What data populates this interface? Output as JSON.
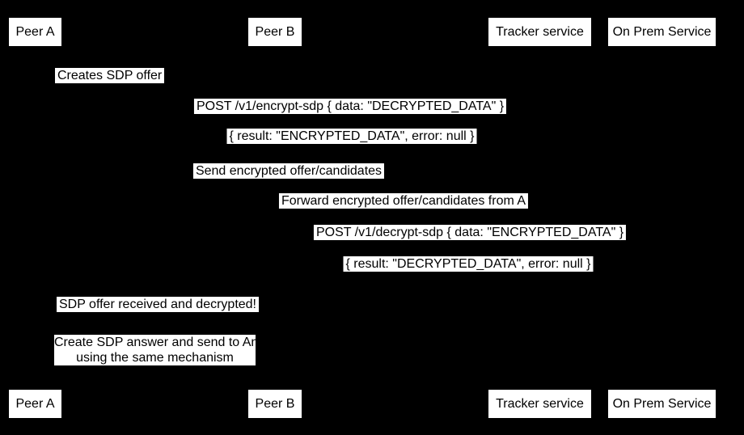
{
  "diagram": {
    "type": "sequence-diagram",
    "background_color": "#000000",
    "box_fill_color": "#ffffff",
    "text_color": "#000000"
  },
  "participants": [
    {
      "name": "Peer A"
    },
    {
      "name": "Peer B"
    },
    {
      "name": "Tracker service"
    },
    {
      "name": "On Prem Service"
    }
  ],
  "messages": [
    {
      "text": "Creates SDP offer",
      "from": "Peer A",
      "to": "Peer A"
    },
    {
      "text": "POST /v1/encrypt-sdp { data: \"DECRYPTED_DATA\" }",
      "from": "Peer A",
      "to": "On Prem Service"
    },
    {
      "text": "{ result: \"ENCRYPTED_DATA\", error: null }",
      "from": "On Prem Service",
      "to": "Peer A"
    },
    {
      "text": "Send encrypted offer/candidates",
      "from": "Peer A",
      "to": "Tracker service"
    },
    {
      "text": "Forward encrypted offer/candidates from A",
      "from": "Tracker service",
      "to": "Peer B"
    },
    {
      "text": "POST /v1/decrypt-sdp { data: \"ENCRYPTED_DATA\" }",
      "from": "Peer B",
      "to": "On Prem Service"
    },
    {
      "text": "{ result: \"DECRYPTED_DATA\", error: null }",
      "from": "On Prem Service",
      "to": "Peer B"
    },
    {
      "text": "SDP offer received and decrypted!",
      "from": "Peer B",
      "to": "Peer A"
    }
  ],
  "note": {
    "line1": "Create SDP answer and send to An",
    "line2": "using the same mechanism"
  }
}
